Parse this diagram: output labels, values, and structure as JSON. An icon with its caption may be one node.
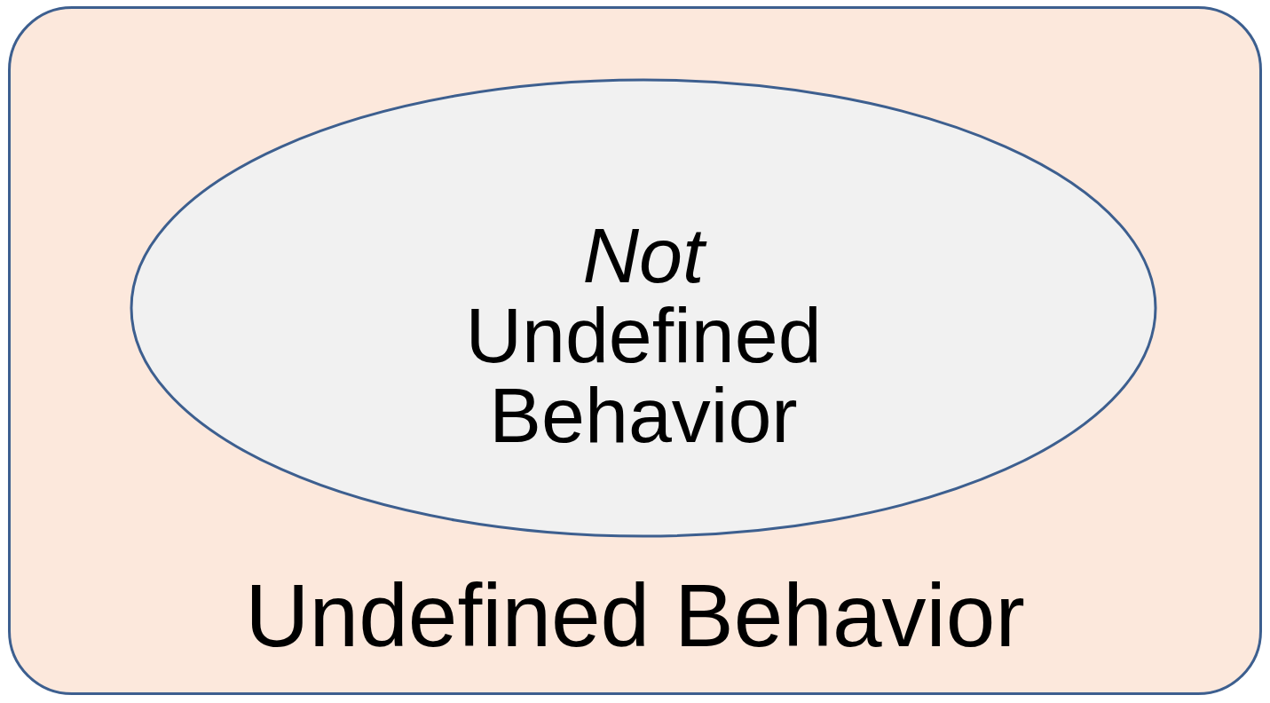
{
  "diagram": {
    "nodes": [
      {
        "text": [
          "Undefined Behavior"
        ]
      },
      {
        "text": [
          "*Not* Undefined Behavior"
        ],
        "in": 0
      }
    ]
  }
}
